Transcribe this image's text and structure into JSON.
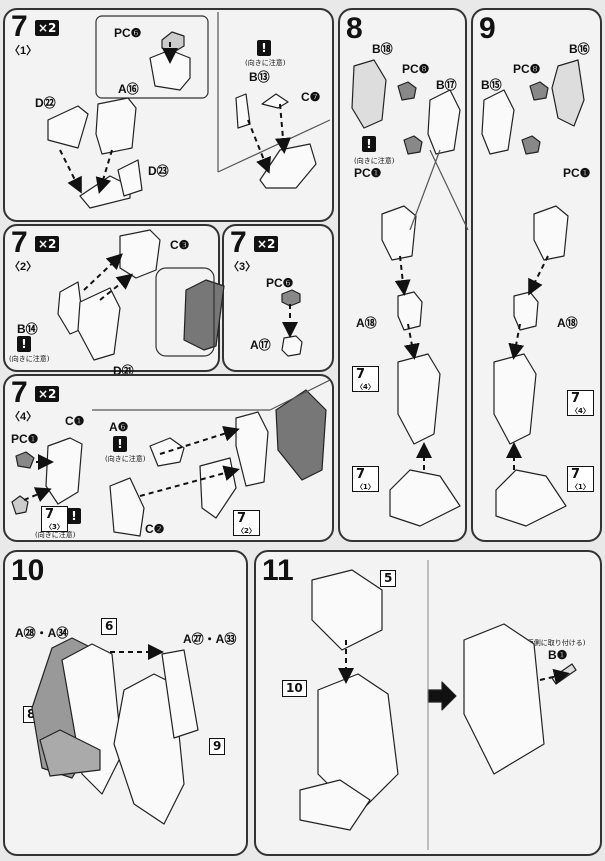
{
  "step7_1": {
    "num": "7",
    "sub": "〈1〉",
    "mult": "×2",
    "pc": "PC❻",
    "a": "A⑯",
    "d1": "D㉒",
    "d2": "D㉓",
    "b": "B⑬",
    "c": "C❼",
    "note": "(向きに注意)"
  },
  "step7_2": {
    "num": "7",
    "sub": "〈2〉",
    "mult": "×2",
    "c": "C❸",
    "b": "B⑭",
    "d": "D㉑",
    "note": "(向きに注意)"
  },
  "step7_3": {
    "num": "7",
    "sub": "〈3〉",
    "mult": "×2",
    "pc": "PC❻",
    "a": "A⑰"
  },
  "step7_4": {
    "num": "7",
    "sub": "〈4〉",
    "mult": "×2",
    "c1": "C❶",
    "pc": "PC❶",
    "a": "A❻",
    "c2": "C❷",
    "note1": "(向きに注意)",
    "note2": "(向きに注意)",
    "ref3": "7",
    "ref3s": "〈3〉",
    "ref2": "7",
    "ref2s": "〈2〉"
  },
  "step8": {
    "num": "8",
    "b1": "B⑱",
    "pc1": "PC❽",
    "b2": "B⑰",
    "pc2": "PC❶",
    "a": "A⑱",
    "note": "(向きに注意)",
    "ref4": "7",
    "ref4s": "〈4〉",
    "ref1": "7",
    "ref1s": "〈1〉"
  },
  "step9": {
    "num": "9",
    "b1": "B⑯",
    "pc1": "PC❽",
    "b2": "B⑮",
    "pc2": "PC❶",
    "a": "A⑱",
    "ref4": "7",
    "ref4s": "〈4〉",
    "ref1": "7",
    "ref1s": "〈1〉"
  },
  "step10": {
    "num": "10",
    "a1": "A㉘・A㉞",
    "six": "6",
    "a2": "A㉗・A㉝",
    "eight": "8",
    "nine": "9"
  },
  "step11": {
    "num": "11",
    "five": "5",
    "ten": "10",
    "b": "B❶",
    "note": "(両側に取り付ける)"
  }
}
